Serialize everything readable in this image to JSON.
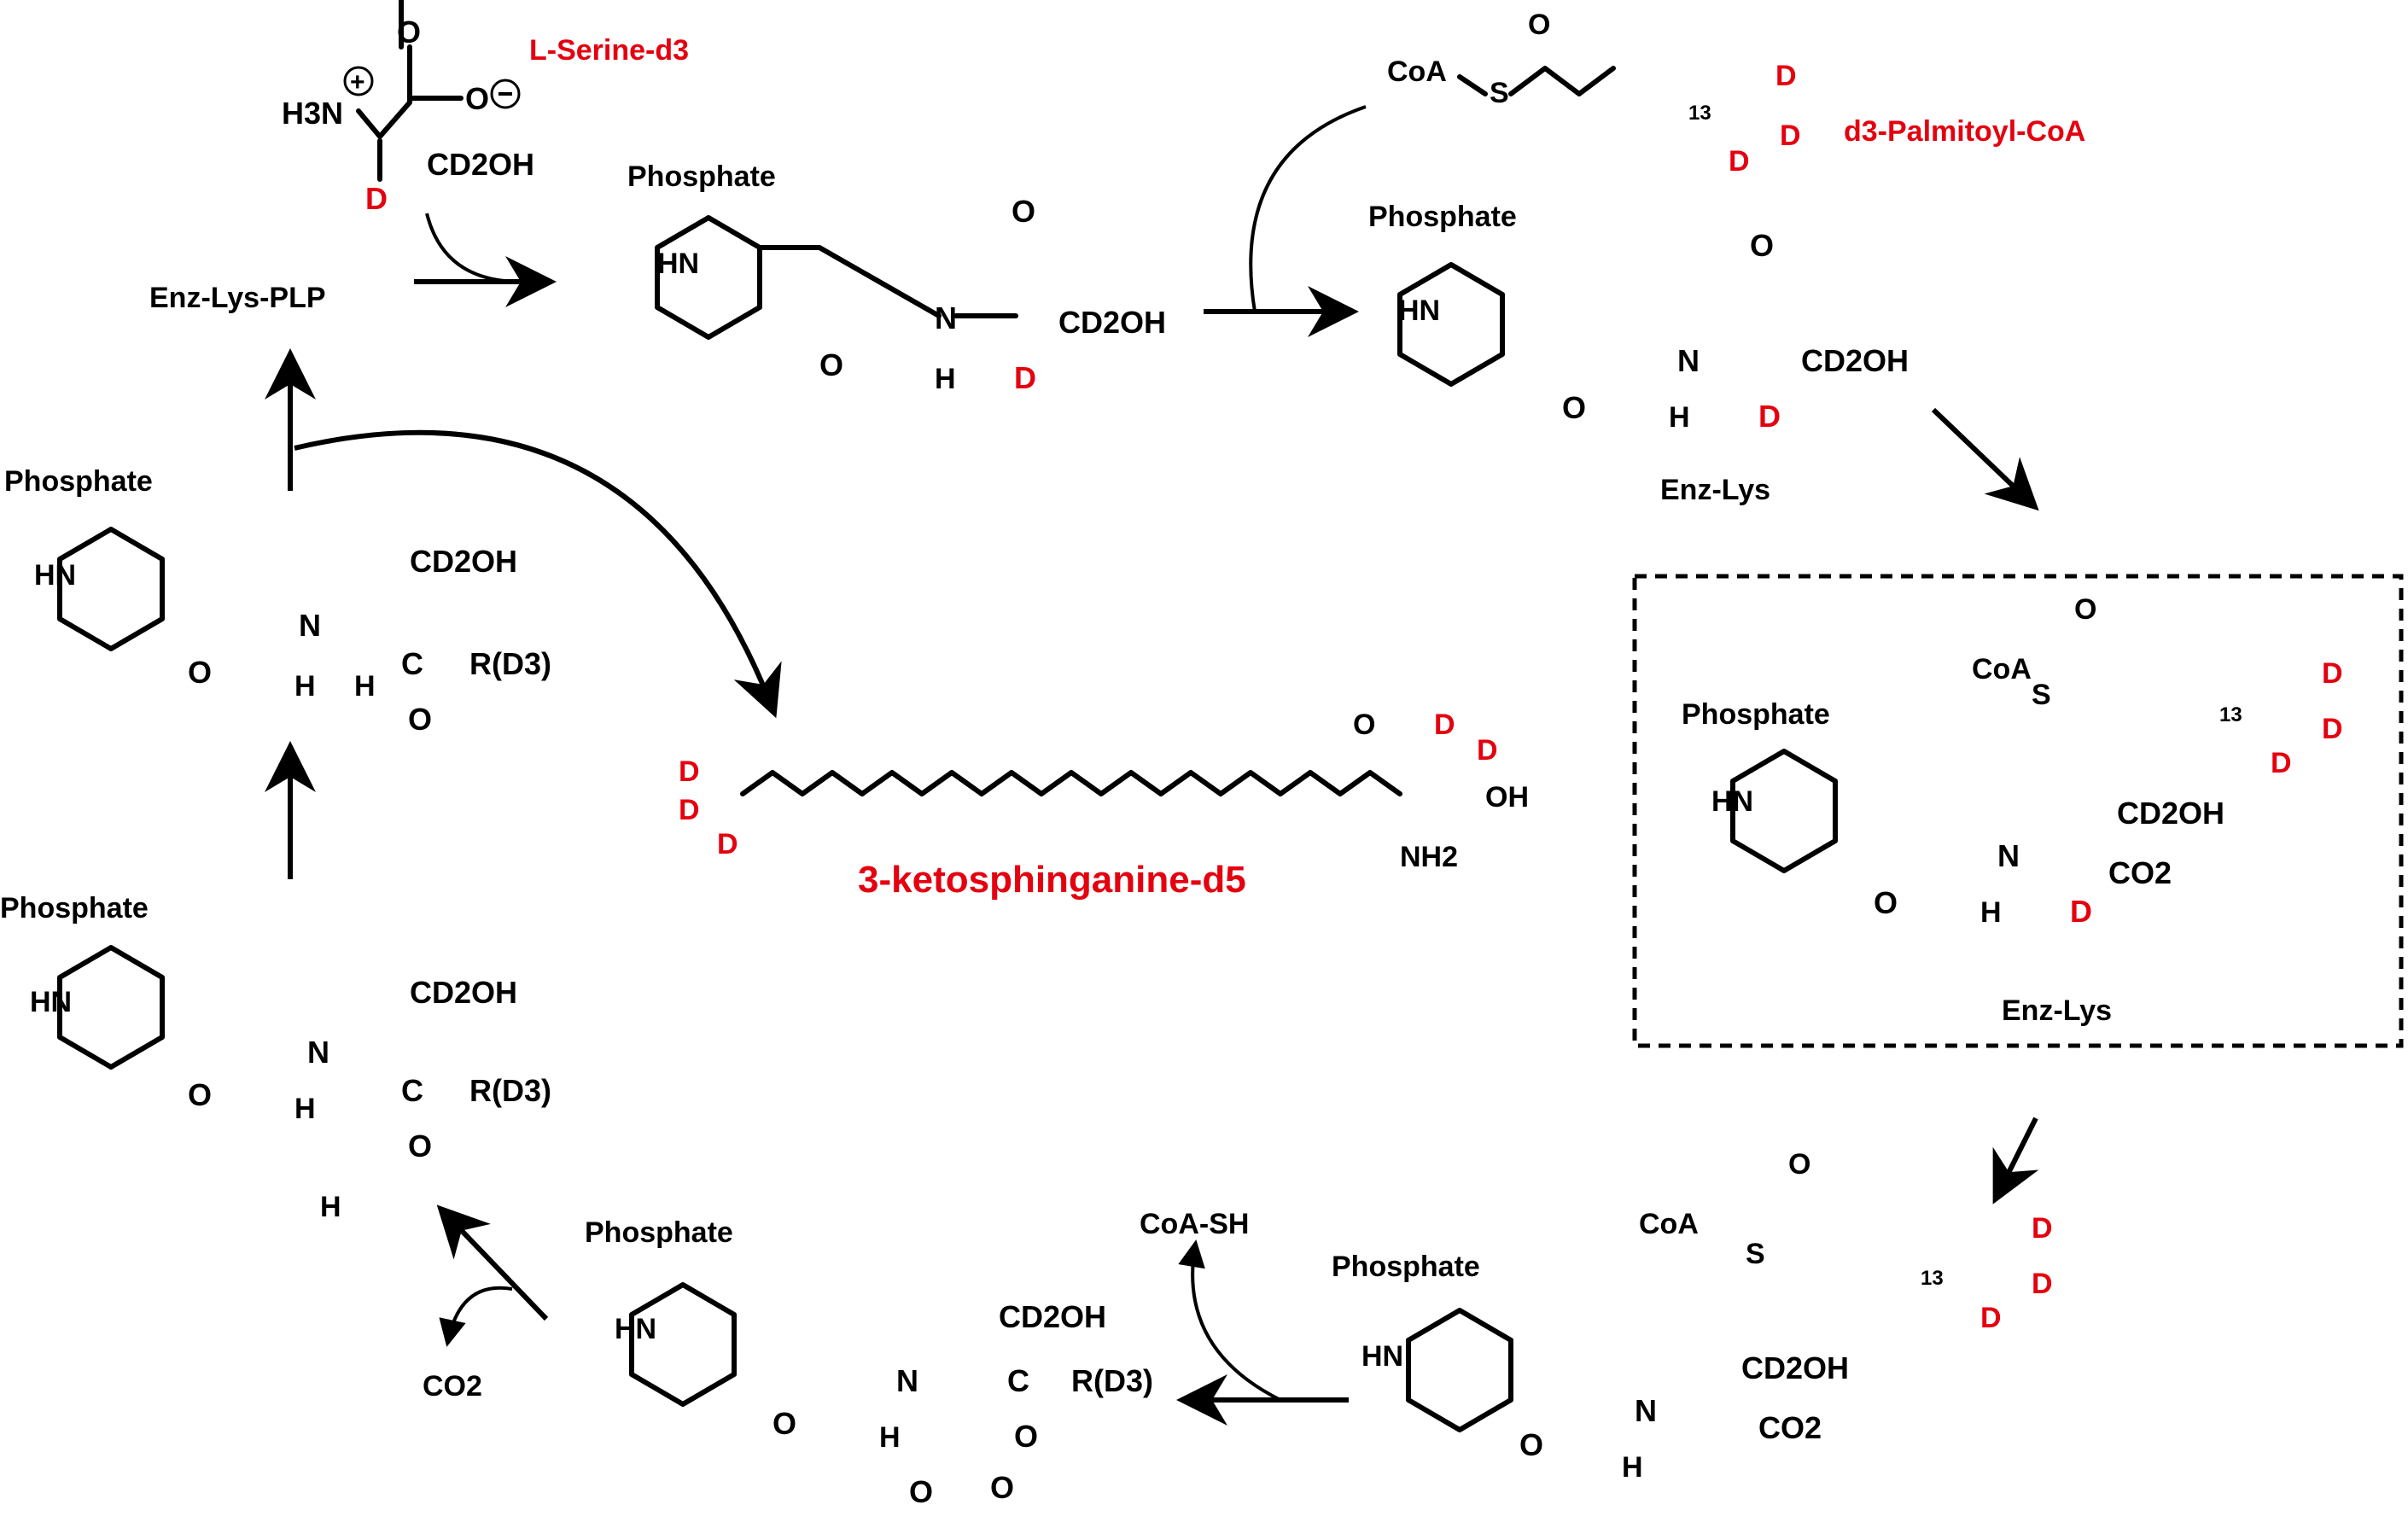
{
  "labels": {
    "serine_name": "L-Serine-d3",
    "palmitoyl_name": "d3-Palmitoyl-CoA",
    "product_name": "3-ketosphinganine-d5",
    "enz_lys_plp": "Enz-Lys-PLP",
    "enz_lys": "Enz-Lys",
    "coa_sh": "CoA-SH",
    "co2": "CO2",
    "phosphate": "Phosphate",
    "hn": "HN",
    "cd2oh": "CD2OH",
    "d": "D",
    "coa": "CoA",
    "s": "S",
    "o": "O",
    "n": "N",
    "h": "H",
    "h3n": "H3N",
    "oh": "OH",
    "nh2": "NH2",
    "c": "C",
    "r_d3": "R(D3)",
    "co2_group": "CO2",
    "subscript_13": "13"
  },
  "colors": {
    "deuterium_label": "#e4000f",
    "structure": "#000000"
  }
}
